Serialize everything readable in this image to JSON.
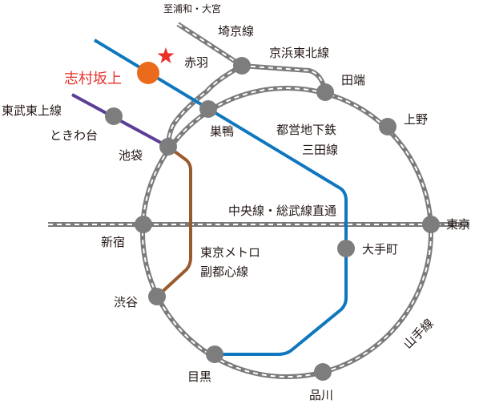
{
  "colors": {
    "jr_rail": "#7b7b7b",
    "rail_dash": "#ffffff",
    "mita_line": "#0e77be",
    "fukutoshin_line": "#9a5a2e",
    "tobu_tojo_line": "#5b3f97",
    "station": "#7d7d7e",
    "highlight_station": "#ec6a1c",
    "star": "#e8312a",
    "highlight_text": "#e8312a",
    "text": "#231815"
  },
  "highlight": {
    "station": "志村坂上",
    "star_icon": "star-icon"
  },
  "stations": {
    "akabane": "赤羽",
    "sugamo": "巣鴨",
    "tabata": "田端",
    "ueno": "上野",
    "tokiwadai": "ときわ台",
    "ikebukuro": "池袋",
    "shinjuku": "新宿",
    "tokyo": "東京",
    "otemachi": "大手町",
    "shibuya": "渋谷",
    "meguro": "目黒",
    "shinagawa": "品川"
  },
  "lines": {
    "to_urawa_omiya": "至浦和・大宮",
    "saikyo": "埼京線",
    "keihin_tohoku": "京浜東北線",
    "tobu_tojo": "東武東上線",
    "mita_1": "都営地下鉄",
    "mita_2": "三田線",
    "chuo_sobu": "中央線・総武線直通",
    "fukutoshin_1": "東京メトロ",
    "fukutoshin_2": "副都心線",
    "yamanote": "山手線"
  }
}
